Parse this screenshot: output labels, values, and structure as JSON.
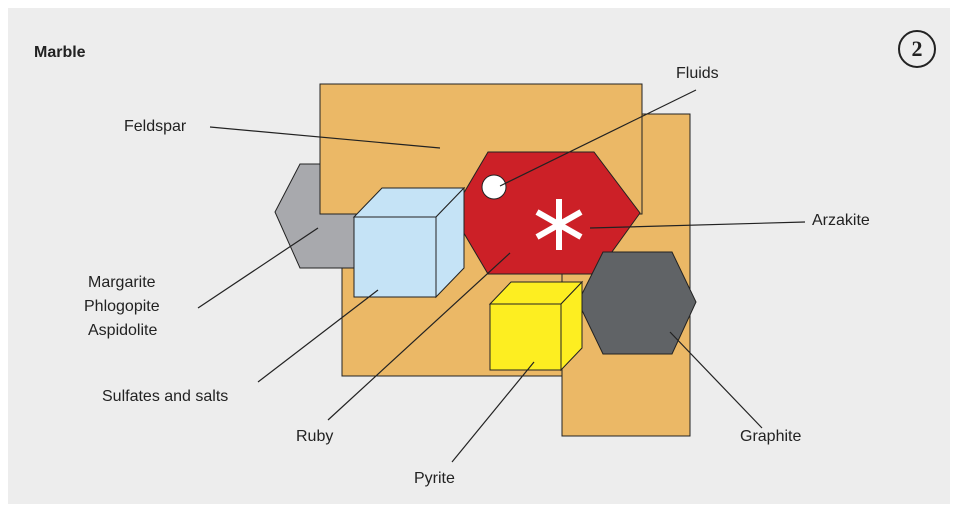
{
  "title": "Marble",
  "badge": "2",
  "labels": {
    "feldspar": "Feldspar",
    "fluids": "Fluids",
    "arzakite": "Arzakite",
    "margarite": "Margarite",
    "phlogopite": "Phlogopite",
    "aspidolite": "Aspidolite",
    "sulfates": "Sulfates and salts",
    "ruby": "Ruby",
    "pyrite": "Pyrite",
    "graphite": "Graphite"
  },
  "colors": {
    "background": "#ededed",
    "feldspar": "#ebb866",
    "ruby": "#cc2027",
    "graphite": "#606366",
    "margarite": "#a8a9ad",
    "sulfates": "#c5e3f6",
    "pyrite": "#fdee21"
  }
}
